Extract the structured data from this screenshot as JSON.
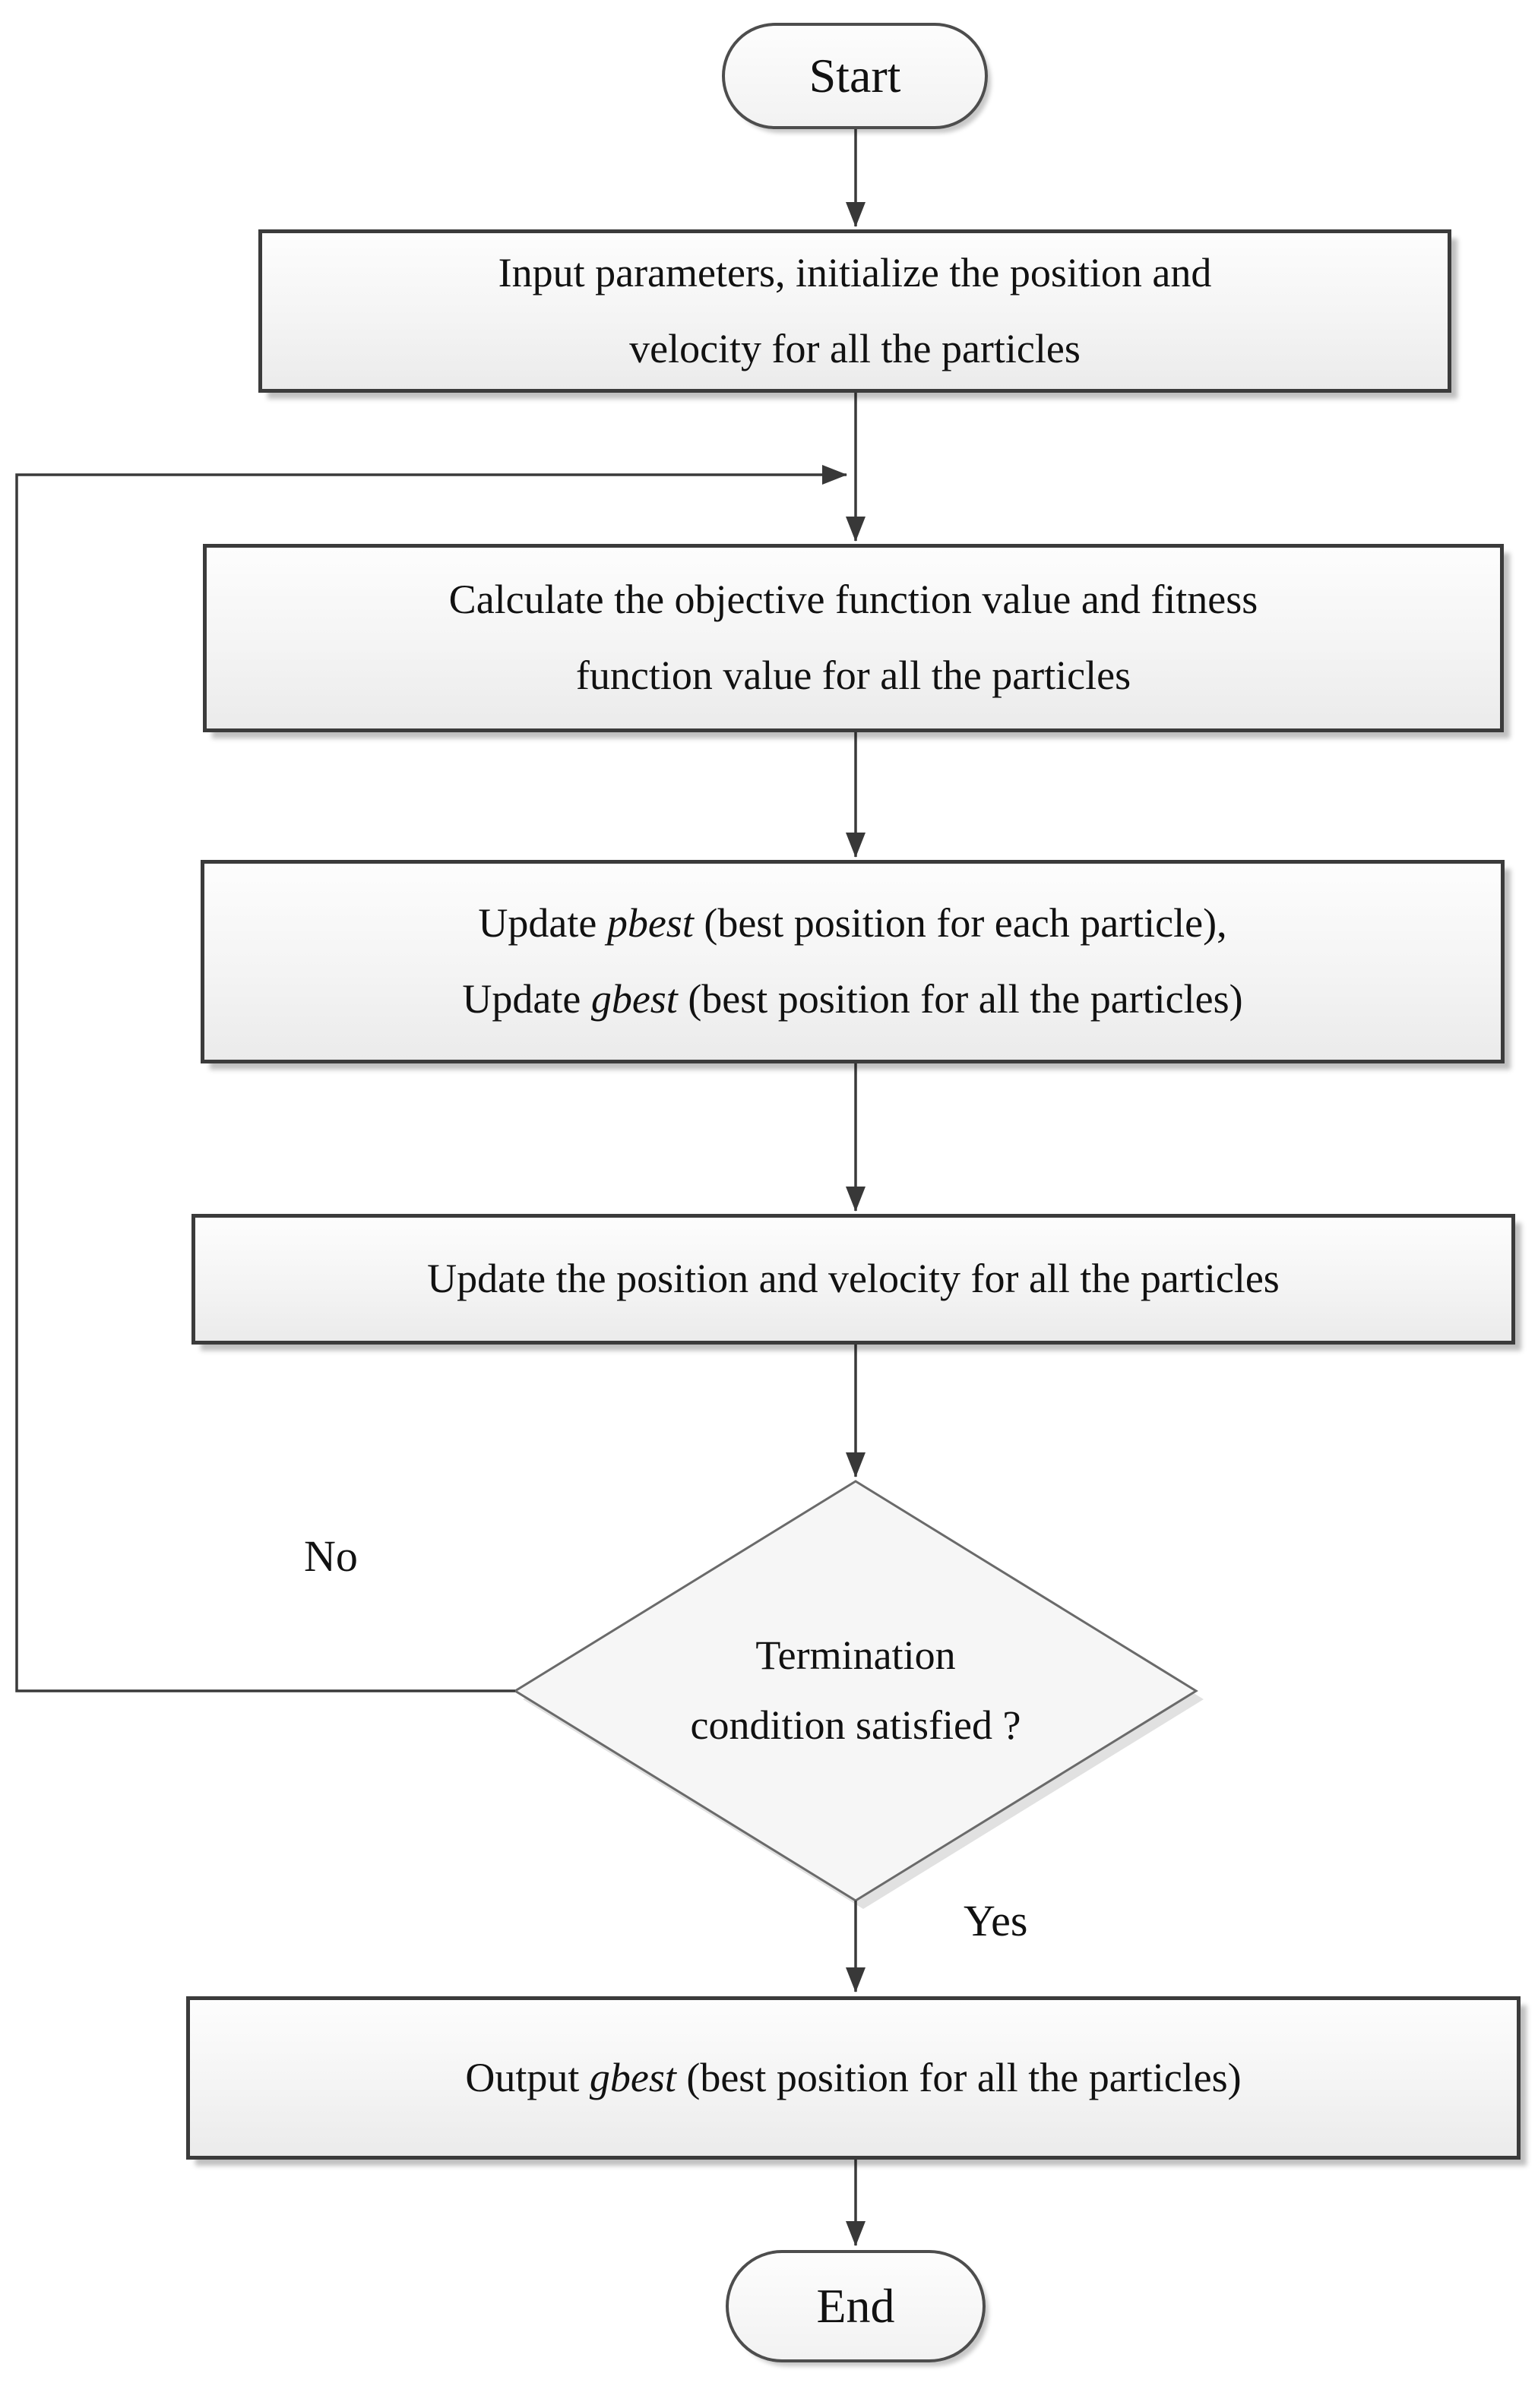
{
  "flowchart": {
    "nodes": {
      "start": {
        "label": "Start"
      },
      "input": {
        "line1": "Input parameters, initialize the position and",
        "line2": "velocity for all the particles"
      },
      "calculate": {
        "line1": "Calculate the objective function value and fitness",
        "line2": "function value for all the particles"
      },
      "update_best": {
        "line1_pre": "Update ",
        "line1_italic": "pbest",
        "line1_post": " (best position for each particle),",
        "line2_pre": "Update ",
        "line2_italic": "gbest",
        "line2_post": " (best position for all the particles)"
      },
      "update_position": {
        "label": "Update the position and velocity for all the particles"
      },
      "decision": {
        "line1": "Termination",
        "line2": "condition satisfied ?"
      },
      "output": {
        "pre": "Output ",
        "italic": "gbest",
        "post": " (best position for all the particles)"
      },
      "end": {
        "label": "End"
      }
    },
    "edge_labels": {
      "no": "No",
      "yes": "Yes"
    },
    "colors": {
      "node_fill": "#f4f4f4",
      "node_border": "#3b3b3b",
      "diamond_border": "#6a6a6a",
      "connector": "#3a3a3a",
      "text": "#111111",
      "background": "#ffffff"
    }
  }
}
